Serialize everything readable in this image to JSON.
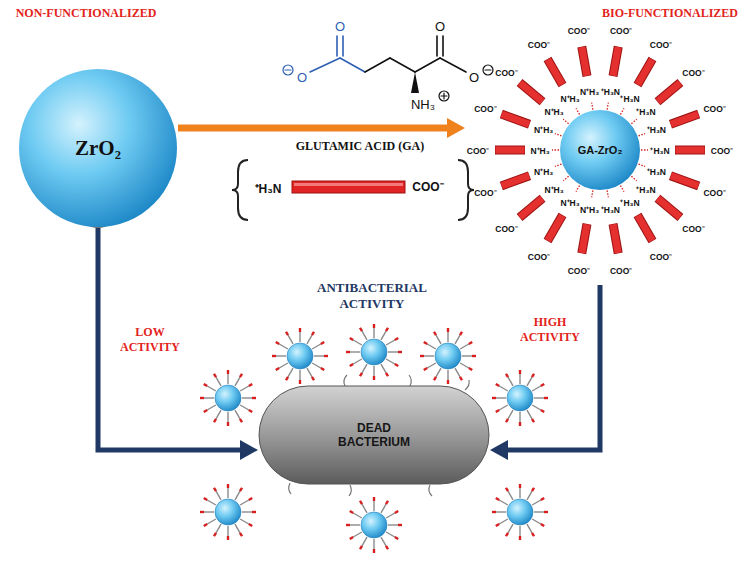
{
  "diagram": {
    "nodes": [
      {
        "text": [
          "ZrO₂"
        ]
      },
      {
        "text": [
          "GA-ZrO₂"
        ]
      },
      {
        "text": [
          "DEAD BACTERIUM"
        ]
      }
    ],
    "edges": [
      {
        "from": 0,
        "to": 1,
        "arrow": "to",
        "label": "GLUTAMIC ACID (GA)"
      },
      {
        "from": 0,
        "to": 2,
        "arrow": "to",
        "label": "LOW ACTIVITY"
      },
      {
        "from": 1,
        "to": 2,
        "arrow": "to",
        "label": "HIGH ACTIVITY"
      }
    ],
    "labels": [
      "NON-FUNCTIONALIZED",
      "BIO-FUNCTIONALIZED",
      "O",
      "O",
      "O",
      "O",
      "NH₃",
      "⁺H₃N",
      "COO⁻",
      "ANTIBACTERIAL ACTIVITY",
      "COO⁻",
      "⁺H₃N",
      "COO⁻",
      "⁺H₃N",
      "COO⁻",
      "⁺H₃N",
      "COO⁻",
      "⁺H₃N",
      "COO⁻",
      "⁺H₃N",
      "COO⁻",
      "N⁺H₃",
      "COO⁻",
      "N⁺H₃",
      "COO⁻",
      "N⁺H₃",
      "COO⁻",
      "N⁺H₃",
      "COO⁻",
      "N⁺H₃",
      "COO⁻",
      "N⁺H₃",
      "COO⁻",
      "N⁺H₃",
      "COO⁻",
      "N⁺H₃",
      "COO⁻",
      "N⁺H₃",
      "COO⁻",
      "⁺H₃N",
      "COO⁻",
      "⁺H₃N",
      "COO⁻",
      "⁺H₃N",
      "COO⁻",
      "⁺H₃N"
    ]
  }
}
